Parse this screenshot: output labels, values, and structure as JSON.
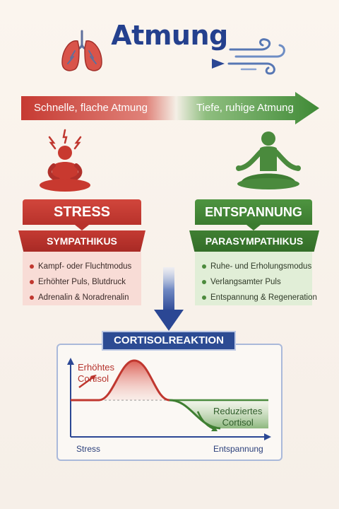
{
  "header": {
    "title": "Atmung",
    "lungs_icon": "lungs-icon",
    "breath_icon": "wind-icon"
  },
  "banner": {
    "left_text": "Schnelle, flache Atmung",
    "right_text": "Tiefe, ruhige Atmung"
  },
  "stress": {
    "title": "STRESS",
    "system": "SYMPATHIKUS",
    "icon": "stressed-person-icon",
    "items": [
      "Kampf- oder Fluchtmodus",
      "Erhöhter Puls, Blutdruck",
      "Adrenalin & Noradrenalin"
    ]
  },
  "relax": {
    "title": "ENTSPANNUNG",
    "system": "PARASYMPATHIKUS",
    "icon": "meditating-person-icon",
    "items": [
      "Ruhe- und Erholungsmodus",
      "Verlangsamter Puls",
      "Entspannung & Regeneration"
    ]
  },
  "cortisol": {
    "title": "CORTISOLREAKTION",
    "high_line1": "Erhöhtes",
    "high_line2": "Cortisol",
    "low_line1": "Reduziertes",
    "low_line2": "Cortisol",
    "x_left": "Stress",
    "x_right": "Entspannung"
  },
  "colors": {
    "navy": "#24408e",
    "red": "#c0372f",
    "green": "#3f7f32"
  }
}
